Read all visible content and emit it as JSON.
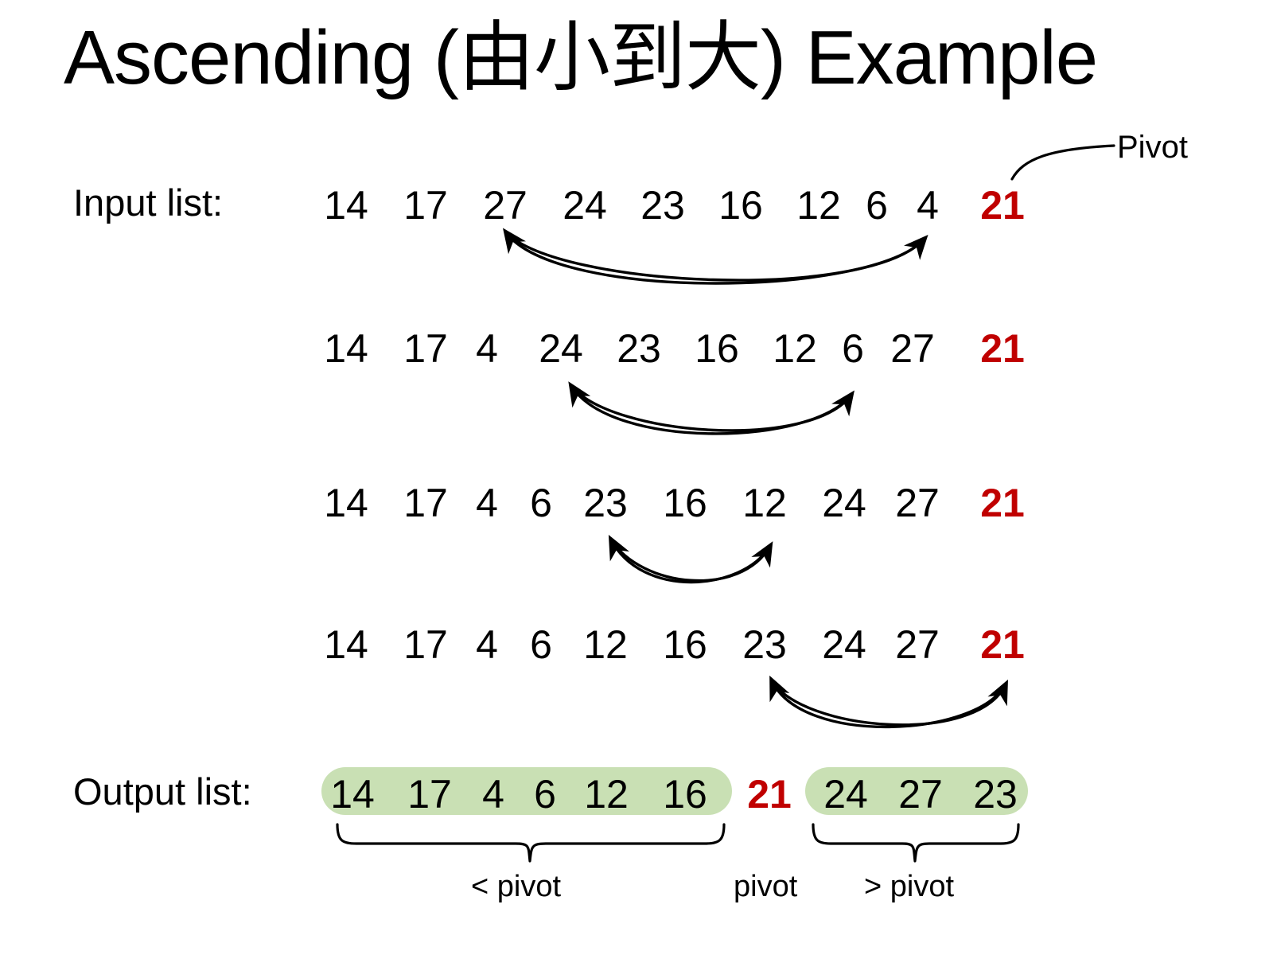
{
  "slide": {
    "title": "Ascending (由小到大) Example",
    "background_color": "#FFFFFF",
    "pivot_color": "#C00000",
    "highlight_color": "#C9E0B4"
  },
  "labels": {
    "input": "Input list:",
    "output": "Output list:",
    "pivot_callout": "Pivot"
  },
  "rows": [
    {
      "name": "input-row",
      "values": [
        "14",
        "17",
        "27",
        "24",
        "23",
        "16",
        "12",
        "6",
        "4"
      ],
      "pivot": "21"
    },
    {
      "name": "step-1-row",
      "values": [
        "14",
        "17",
        "4",
        "24",
        "23",
        "16",
        "12",
        "6",
        "27"
      ],
      "pivot": "21"
    },
    {
      "name": "step-2-row",
      "values": [
        "14",
        "17",
        "4",
        "6",
        "23",
        "16",
        "12",
        "24",
        "27"
      ],
      "pivot": "21"
    },
    {
      "name": "step-3-row",
      "values": [
        "14",
        "17",
        "4",
        "6",
        "12",
        "16",
        "23",
        "24",
        "27"
      ],
      "pivot": "21"
    },
    {
      "name": "output-row",
      "values": [
        "14",
        "17",
        "4",
        "6",
        "12",
        "16",
        "24",
        "27",
        "23"
      ],
      "pivot": "21",
      "left_partition": [
        "14",
        "17",
        "4",
        "6",
        "12",
        "16"
      ],
      "pivot_value": "21",
      "right_partition": [
        "24",
        "27",
        "23"
      ]
    }
  ],
  "captions": {
    "less_than_pivot": "< pivot",
    "pivot": "pivot",
    "greater_than_pivot": "> pivot"
  }
}
